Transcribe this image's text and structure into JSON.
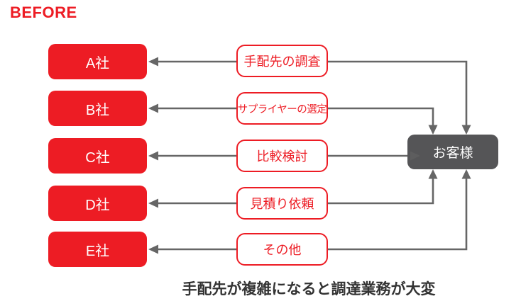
{
  "title": "BEFORE",
  "colors": {
    "red": "#ED1C24",
    "line": "#666666",
    "dark_box": "#555557",
    "caption": "#333333"
  },
  "diagram": {
    "rows": [
      {
        "company": "A社",
        "task": "手配先の調査"
      },
      {
        "company": "B社",
        "task": "サプライヤーの選定"
      },
      {
        "company": "C社",
        "task": "比較検討"
      },
      {
        "company": "D社",
        "task": "見積り依頼"
      },
      {
        "company": "E社",
        "task": "その他"
      }
    ],
    "customer": "お客様"
  },
  "caption": "手配先が複雑になると調達業務が大変"
}
